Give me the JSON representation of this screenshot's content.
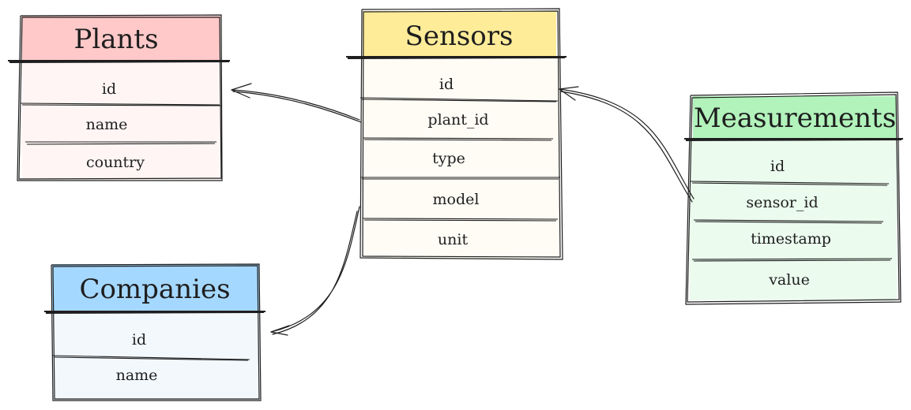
{
  "tables": [
    {
      "id": "plants",
      "title": "Plants",
      "fields": [
        "id",
        "name",
        "country"
      ],
      "header_color": "#ffc9c9",
      "body_color": "#fff5f5"
    },
    {
      "id": "sensors",
      "title": "Sensors",
      "fields": [
        "id",
        "plant_id",
        "type",
        "model",
        "unit"
      ],
      "header_color": "#ffec99",
      "body_color": "#fffcf5"
    },
    {
      "id": "measurements",
      "title": "Measurements",
      "fields": [
        "id",
        "sensor_id",
        "timestamp",
        "value"
      ],
      "header_color": "#b2f2bb",
      "body_color": "#ebfbee"
    },
    {
      "id": "companies",
      "title": "Companies",
      "fields": [
        "id",
        "name"
      ],
      "header_color": "#a5d8ff",
      "body_color": "#f3f8fd"
    }
  ],
  "relations": [
    {
      "from": "sensors.plant_id",
      "to": "plants.id"
    },
    {
      "from": "measurements.sensor_id",
      "to": "sensors.id"
    },
    {
      "from": "sensors.model",
      "to": "companies.id"
    }
  ],
  "line_color": "#1e1e1e"
}
